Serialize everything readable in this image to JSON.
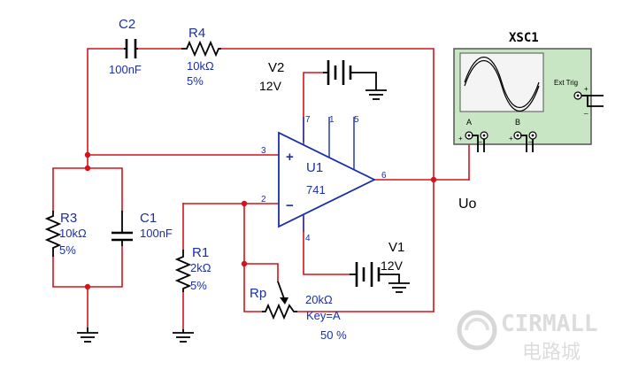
{
  "components": {
    "C2": {
      "ref": "C2",
      "value": "100nF"
    },
    "R4": {
      "ref": "R4",
      "value": "10kΩ",
      "tol": "5%"
    },
    "R3": {
      "ref": "R3",
      "value": "10kΩ",
      "tol": "5%"
    },
    "C1": {
      "ref": "C1",
      "value": "100nF"
    },
    "R1": {
      "ref": "R1",
      "value": "2kΩ",
      "tol": "5%"
    },
    "Rp": {
      "ref": "Rp",
      "value": "20kΩ",
      "key": "Key=A",
      "pct": "50 %"
    },
    "V2": {
      "ref": "V2",
      "value": "12V"
    },
    "V1": {
      "ref": "V1",
      "value": "12V"
    },
    "U1": {
      "ref": "U1",
      "part": "741",
      "pins": {
        "p1": "1",
        "p2": "2",
        "p3": "3",
        "p4": "4",
        "p5": "5",
        "p6": "6",
        "p7": "7"
      },
      "plus": "+",
      "minus": "−"
    }
  },
  "scope": {
    "title": "XSC1",
    "a": "A",
    "b": "B",
    "ext": "Ext Trig",
    "plus": "+",
    "minus": "_"
  },
  "output_label": "Uo",
  "watermark": {
    "latin": "CIRMALL",
    "cjk": "电路城"
  },
  "colors": {
    "wire": "#d4141a",
    "label": "#1a2fa8",
    "scope_bg": "#c8e6c4"
  }
}
